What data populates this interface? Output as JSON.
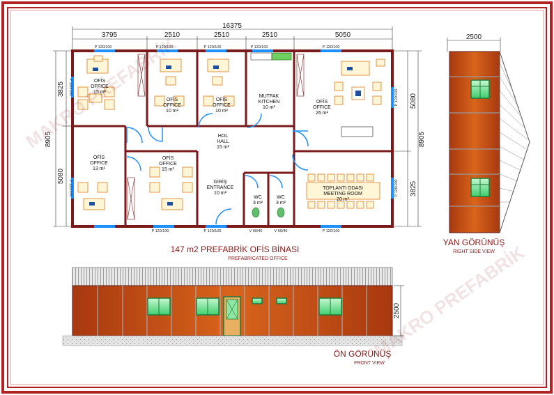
{
  "plan": {
    "title": "147 m2 PREFABRİK OFİS BİNASI",
    "subtitle": "PREFABRICATED OFFICE",
    "overall_width": "16375",
    "col_widths": [
      "3795",
      "2510",
      "2510",
      "2510",
      "5050"
    ],
    "overall_height": "8905",
    "left_dims": [
      "3825",
      "5080"
    ],
    "right_dims": [
      "5080",
      "3825"
    ],
    "rooms": [
      {
        "tr": "OFİS",
        "en": "OFFICE",
        "area": "15 m²"
      },
      {
        "tr": "OFİS",
        "en": "OFFICE",
        "area": "10 m²"
      },
      {
        "tr": "OFİS",
        "en": "OFFICE",
        "area": "10 m²"
      },
      {
        "tr": "MUTFAK",
        "en": "KITCHEN",
        "area": "10 m²"
      },
      {
        "tr": "OFİS",
        "en": "OFFICE",
        "area": "26 m²"
      },
      {
        "tr": "HOL",
        "en": "HALL",
        "area": "15 m²"
      },
      {
        "tr": "OFİS",
        "en": "OFFICE",
        "area": "13 m²"
      },
      {
        "tr": "OFİS",
        "en": "OFFICE",
        "area": "15 m²"
      },
      {
        "tr": "GİRİŞ",
        "en": "ENTRANCE",
        "area": "10 m²"
      },
      {
        "tr": "WC",
        "en": "",
        "area": "3 m²"
      },
      {
        "tr": "WC",
        "en": "",
        "area": "3 m²"
      },
      {
        "tr": "TOPLANTI ODASI",
        "en": "MEETING ROOM",
        "area": "20 m²"
      }
    ],
    "window_label": "P 120/100",
    "small_window_label": "V 60/40"
  },
  "side": {
    "title": "YAN GÖRÜNÜŞ",
    "subtitle": "RIGHT SIDE VIEW",
    "width_dim": "2500"
  },
  "front": {
    "title": "ÖN GÖRÜNÜŞ",
    "subtitle": "FRONT VIEW",
    "height_dim": "2500"
  },
  "watermark": "MAKRO PREFABRİK",
  "colors": {
    "wall": "#7a1a1a",
    "panel": "#c8501a",
    "window": "#2ecc71",
    "frame": "#8b1a1a"
  }
}
